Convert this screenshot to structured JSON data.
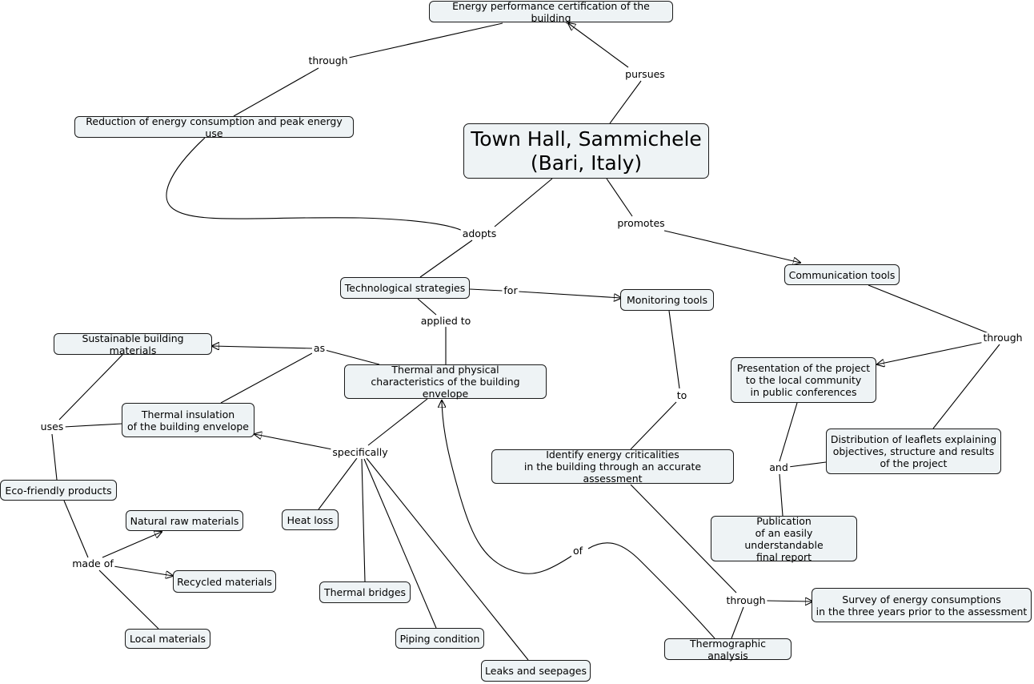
{
  "nodes": {
    "energy_cert": "Energy performance certification of the building",
    "reduction": "Reduction of energy consumption and peak energy use",
    "town_hall": "Town Hall, Sammichele\n(Bari, Italy)",
    "communication": "Communication tools",
    "tech_strategies": "Technological strategies",
    "monitoring": "Monitoring tools",
    "sustainable": "Sustainable building materials",
    "thermal_physical": "Thermal and physical\ncharacteristics of the building envelope",
    "presentation": "Presentation of the project\nto the local community\nin public conferences",
    "thermal_insulation": "Thermal insulation\nof the building envelope",
    "distribution": "Distribution of leaflets explaining\nobjectives, structure and results\nof the project",
    "identify": "Identify energy criticalities\nin the building through an accurate assessment",
    "eco": "Eco-friendly products",
    "natural": "Natural raw materials",
    "heat_loss": "Heat loss",
    "publication": "Publication\nof an easily understandable\nfinal report",
    "recycled": "Recycled materials",
    "thermal_bridges": "Thermal bridges",
    "survey": "Survey of energy consumptions\nin the three years prior to the assessment",
    "local": "Local materials",
    "piping": "Piping condition",
    "thermographic": "Thermographic analysis",
    "leaks": "Leaks and seepages"
  },
  "labels": {
    "through_top": "through",
    "pursues": "pursues",
    "promotes": "promotes",
    "adopts": "adopts",
    "for": "for",
    "applied_to": "applied to",
    "as": "as",
    "through_right": "through",
    "uses": "uses",
    "to": "to",
    "specifically": "specifically",
    "and": "and",
    "made_of": "made of",
    "of": "of",
    "through_bottom": "through"
  }
}
